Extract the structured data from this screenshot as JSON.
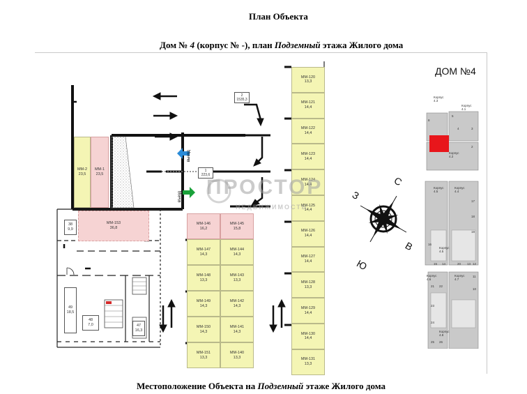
{
  "header": {
    "title": "План Объекта",
    "subtitle_prefix": "Дом № ",
    "subtitle_house": "4",
    "subtitle_middle": " (корпус № -), план ",
    "subtitle_floor": "Подземный",
    "subtitle_suffix": " этажа Жилого дома"
  },
  "footer": {
    "prefix": "Местоположение Объекта на ",
    "floor": "Подземный",
    "suffix": " этаже Жилого дома"
  },
  "watermark": {
    "line1": "ПРОСТОР",
    "line2": "НЕДВИЖИМОСТЬ"
  },
  "compass": {
    "n": "С",
    "e": "В",
    "s": "Ю",
    "w": "З"
  },
  "ramp": {
    "entry_label": "въезд",
    "exit_label": "выезд",
    "zone2": {
      "num": "2",
      "area": "1535,3"
    },
    "zone1": {
      "num": "1",
      "area": "223,6"
    }
  },
  "column_right": [
    {
      "id": "ММ-120",
      "area": "13,3"
    },
    {
      "id": "ММ-121",
      "area": "14,4"
    },
    {
      "id": "ММ-122",
      "area": "14,4"
    },
    {
      "id": "ММ-123",
      "area": "14,4"
    },
    {
      "id": "ММ-124",
      "area": "14,4"
    },
    {
      "id": "ММ-125",
      "area": "14,4"
    },
    {
      "id": "ММ-126",
      "area": "14,4"
    },
    {
      "id": "ММ-127",
      "area": "14,4"
    },
    {
      "id": "ММ-128",
      "area": "13,3"
    },
    {
      "id": "ММ-129",
      "area": "14,4"
    },
    {
      "id": "ММ-130",
      "area": "14,4"
    },
    {
      "id": "ММ-131",
      "area": "13,3"
    }
  ],
  "column_mid_left": [
    {
      "id": "ММ-146",
      "area": "16,2"
    },
    {
      "id": "ММ-147",
      "area": "14,3"
    },
    {
      "id": "ММ-148",
      "area": "13,3"
    },
    {
      "id": "ММ-149",
      "area": "14,3"
    },
    {
      "id": "ММ-150",
      "area": "14,3"
    },
    {
      "id": "ММ-151",
      "area": "13,3"
    }
  ],
  "column_mid_right": [
    {
      "id": "ММ-145",
      "area": "15,8"
    },
    {
      "id": "ММ-144",
      "area": "14,3"
    },
    {
      "id": "ММ-143",
      "area": "13,3"
    },
    {
      "id": "ММ-142",
      "area": "14,3"
    },
    {
      "id": "ММ-141",
      "area": "14,3"
    },
    {
      "id": "ММ-140",
      "area": "13,3"
    }
  ],
  "left_spots": [
    {
      "id": "ММ-2",
      "area": "23,5"
    },
    {
      "id": "ММ-1",
      "area": "23,5"
    }
  ],
  "spot_153": {
    "id": "ММ-153",
    "area": "36,8"
  },
  "rooms": {
    "r38": {
      "num": "38",
      "area": "9,9"
    },
    "r49": {
      "num": "49",
      "area": "18,5"
    },
    "r48": {
      "num": "48",
      "area": "7,0"
    },
    "r47": {
      "num": "47",
      "area": "16,3"
    }
  },
  "mini_plan": {
    "title": "ДОМ №4",
    "highlight_color": "#e8161b",
    "labels": [
      {
        "t": "Корпус 4.3"
      },
      {
        "t": "Корпус 4.1"
      },
      {
        "t": "Корпус 4.2"
      },
      {
        "t": "Корпус 4.5"
      },
      {
        "t": "Корпус 4.4"
      },
      {
        "t": "Корпус 4.5"
      },
      {
        "t": "Корпус 4.6"
      },
      {
        "t": "Корпус 4.7"
      },
      {
        "t": "Корпус 4.8"
      }
    ],
    "numbers": [
      "8",
      "5",
      "4",
      "3",
      "2",
      "17",
      "18",
      "19",
      "16",
      "15",
      "14",
      "20",
      "13",
      "12",
      "11",
      "10",
      "21",
      "22",
      "23",
      "24",
      "25",
      "26"
    ]
  }
}
